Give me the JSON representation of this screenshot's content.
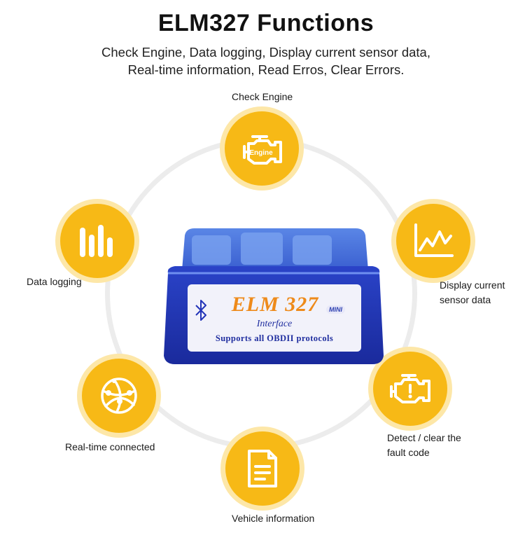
{
  "header": {
    "title": "ELM327 Functions",
    "subtitle_line1": "Check Engine, Data logging, Display current sensor data,",
    "subtitle_line2": "Real-time information, Read Erros, Clear Errors."
  },
  "colors": {
    "badge": "#f7b916",
    "badge_halo": "#fde7a8",
    "ring": "#ececec",
    "device": "#2233b8"
  },
  "device": {
    "brand": "ELM 327",
    "badge": "MINI",
    "line1": "Interface",
    "line2": "Supports all OBDII protocols"
  },
  "features": {
    "check_engine": {
      "label": "Check Engine",
      "icon": "engine-icon",
      "icon_text": "Engine"
    },
    "data_logging": {
      "label": "Data logging",
      "icon": "bar-chart-icon"
    },
    "sensor_data": {
      "line1": "Display current",
      "line2": "sensor data",
      "icon": "line-chart-icon"
    },
    "realtime": {
      "label": "Real-time connected",
      "icon": "globe-network-icon"
    },
    "fault_code": {
      "line1": "Detect / clear the",
      "line2": "fault code",
      "icon": "engine-warning-icon"
    },
    "vehicle_info": {
      "label": "Vehicle information",
      "icon": "document-icon"
    }
  }
}
